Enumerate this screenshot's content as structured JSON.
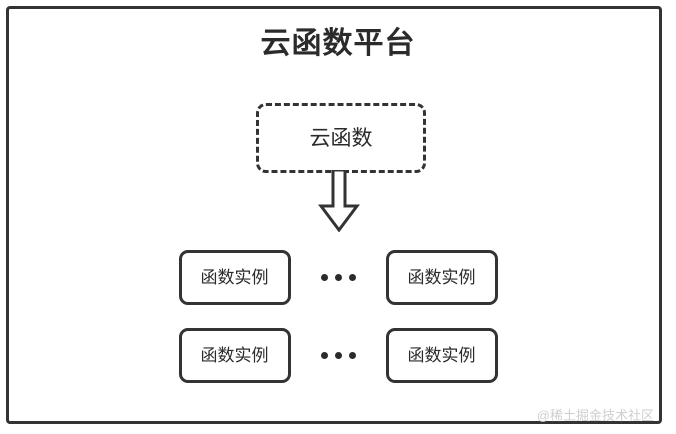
{
  "diagram": {
    "title": "云函数平台",
    "source_watermark": "@稀土掘金技术社区",
    "colors": {
      "stroke": "#333333",
      "text": "#2b2b2b",
      "background": "#ffffff",
      "watermark": "#cfcfcf"
    },
    "function_node": {
      "label": "云函数",
      "border_style": "dashed"
    },
    "arrow": {
      "direction": "down",
      "style": "hollow-block"
    },
    "instances": {
      "ellipsis": "...",
      "rows": [
        {
          "left": {
            "label": "函数实例"
          },
          "right": {
            "label": "函数实例"
          }
        },
        {
          "left": {
            "label": "函数实例"
          },
          "right": {
            "label": "函数实例"
          }
        }
      ]
    }
  }
}
